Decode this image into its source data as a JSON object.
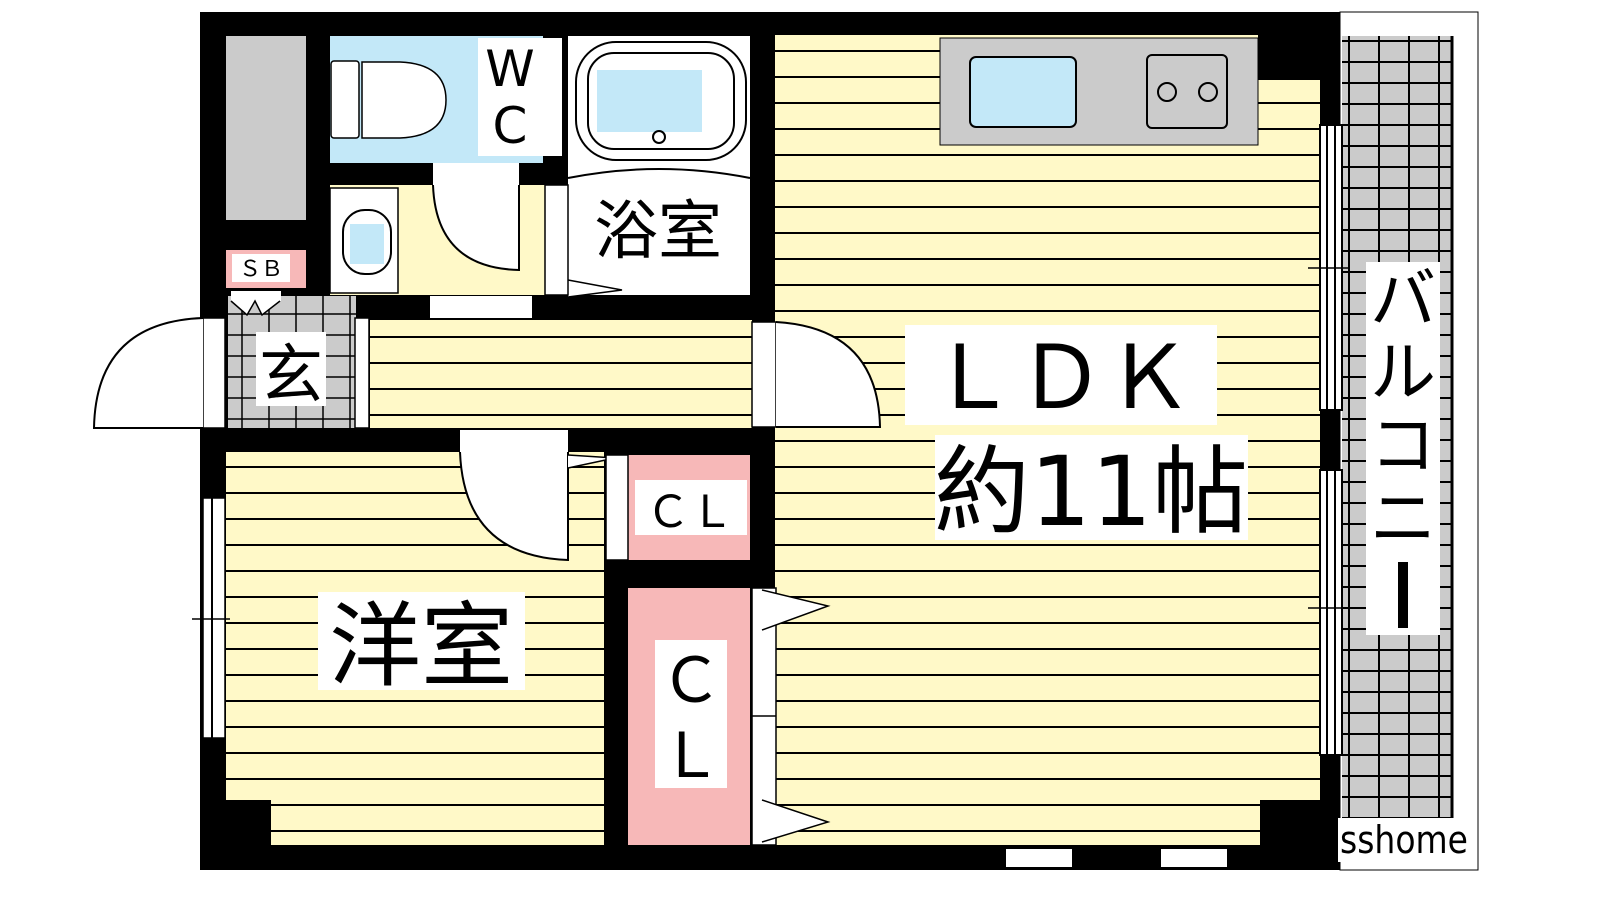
{
  "floorplan": {
    "rooms": {
      "wc": "W",
      "wc2": "C",
      "bath": "浴室",
      "sb": "ＳＢ",
      "entrance": "玄",
      "ldk": "ＬＤＫ",
      "ldk_size": "約11帖",
      "western": "洋室",
      "closet_small": "ＣＬ",
      "closet_tall_1": "Ｃ",
      "closet_tall_2": "Ｌ",
      "balcony": [
        "バ",
        "ル",
        "コ",
        "ニ",
        "ー"
      ]
    },
    "watermark": "sshome",
    "colors": {
      "floor": "#fff9c8",
      "water": "#c3e8f8",
      "closet": "#f7b8b8",
      "storage": "#cbcbcb",
      "wall": "#000000"
    }
  }
}
